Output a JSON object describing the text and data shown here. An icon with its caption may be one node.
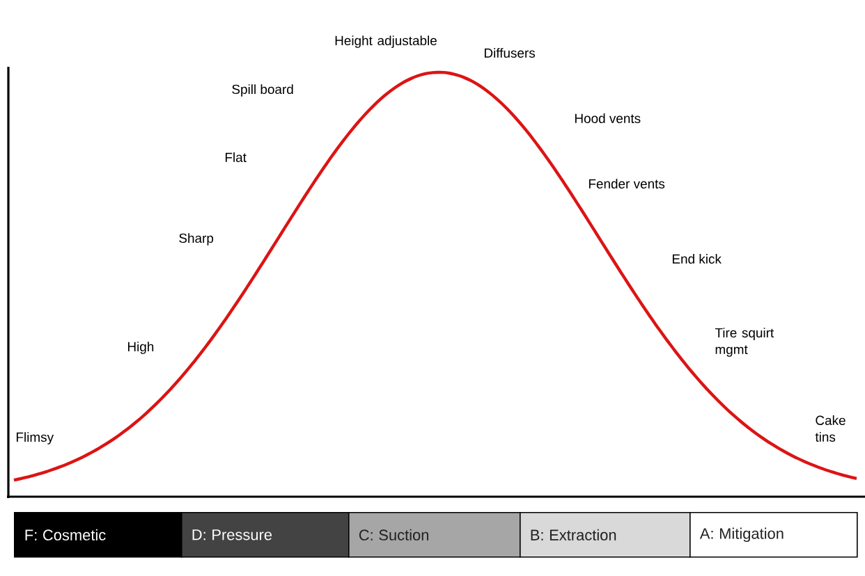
{
  "diagram": {
    "nodes": [
      {
        "text": [
          "F: Cosmetic"
        ]
      },
      {
        "text": [
          "D: Pressure"
        ]
      },
      {
        "text": [
          "C: Suction"
        ]
      },
      {
        "text": [
          "B: Extraction"
        ]
      },
      {
        "text": [
          "A: Mitigation"
        ]
      }
    ],
    "labels": [
      "Flimsy",
      "High",
      "Sharp",
      "Flat",
      "Spill board",
      "Height adjustable",
      "Diffusers",
      "Hood vents",
      "Fender vents",
      "End kick",
      "Tire squirt mgmt",
      "Cake tins"
    ]
  }
}
